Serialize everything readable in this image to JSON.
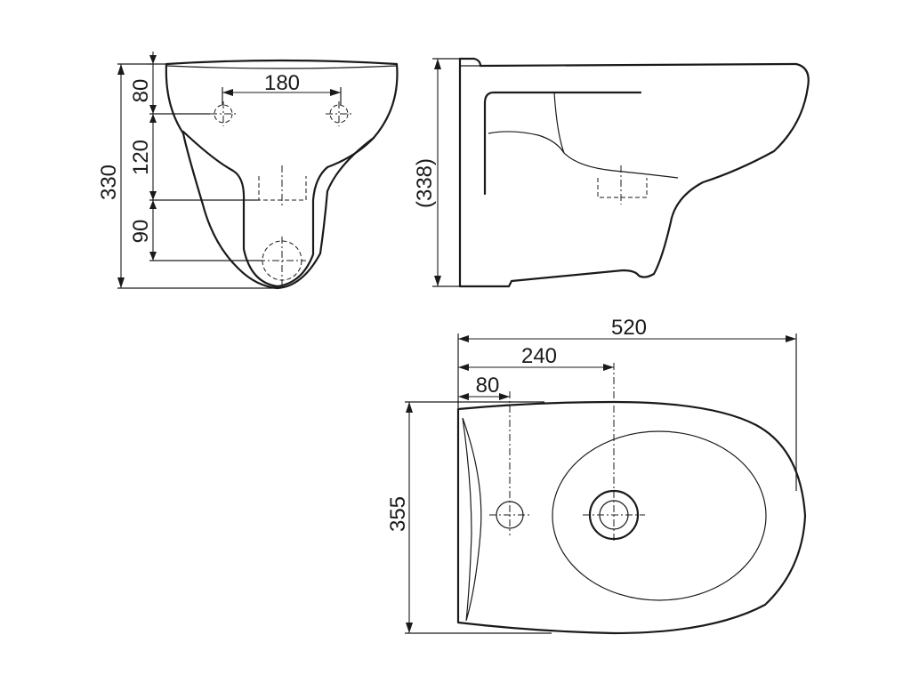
{
  "front_view": {
    "dim_top_spacing": "180",
    "dim_height_total": "330",
    "dim_upper": "80",
    "dim_middle": "120",
    "dim_lower": "90"
  },
  "side_view": {
    "dim_height": "(338)"
  },
  "top_view": {
    "dim_length": "520",
    "dim_outlet_offset": "240",
    "dim_fixing_offset": "80",
    "dim_width": "355"
  },
  "colors": {
    "line": "#1a1a1a",
    "background": "#ffffff"
  }
}
